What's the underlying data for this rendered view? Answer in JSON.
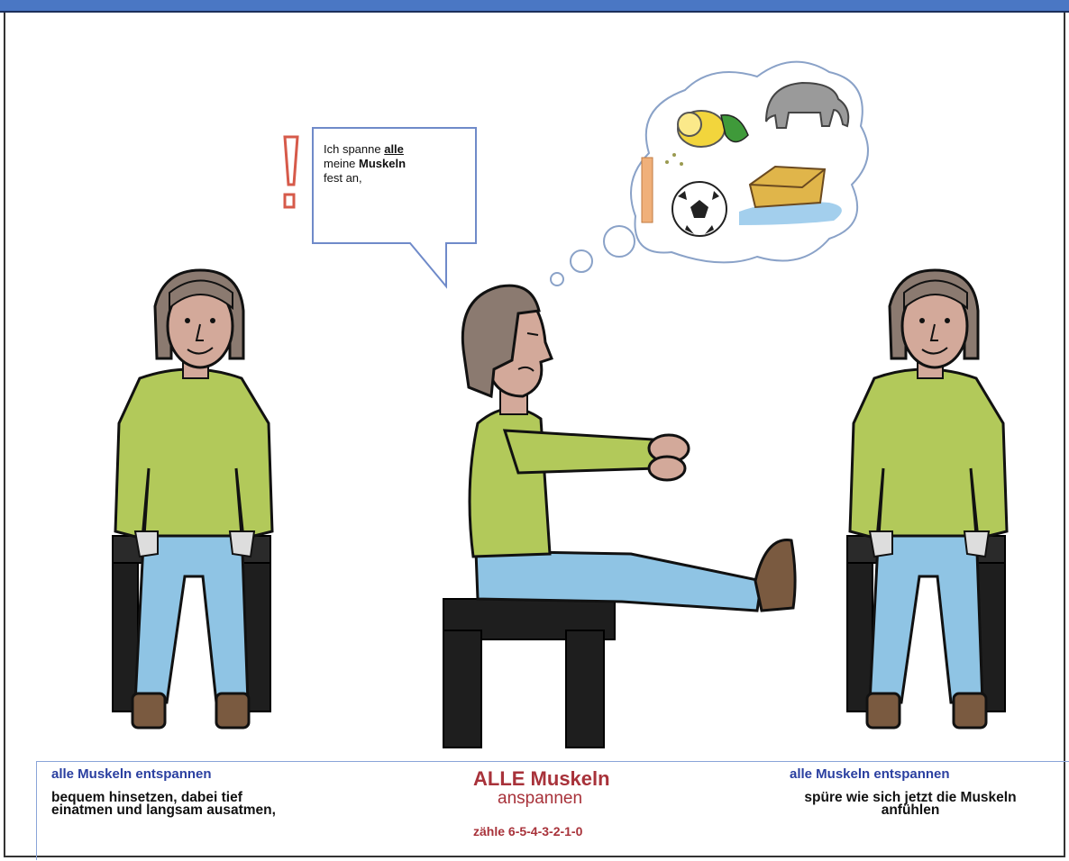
{
  "speech": {
    "line1_prefix": "Ich spanne ",
    "line1_bold": "alle",
    "line2_prefix": "meine ",
    "line2_bold": "Muskeln",
    "line3": "fest an,"
  },
  "left_panel": {
    "title": "alle Muskeln entspannen",
    "text_line1": "bequem hinsetzen, dabei  tief",
    "text_line2": "einatmen und langsam ausatmen,"
  },
  "center_panel": {
    "title": "ALLE Muskeln",
    "subtitle": "anspannen",
    "count": "zähle 6-5-4-3-2-1-0"
  },
  "right_panel": {
    "title": "alle Muskeln entspannen",
    "text_line1": "spüre wie sich jetzt die Muskeln",
    "text_line2": "anfühlen"
  },
  "thought_items": [
    "lemon-icon",
    "elephant-icon",
    "soccer-ball-icon",
    "sponge-icon",
    "ruler-icon"
  ],
  "colors": {
    "top_bar": "#4a77c4",
    "sweater": "#b2c95a",
    "jeans": "#8fc4e4",
    "hair": "#8b7a70",
    "skin": "#d3a99a",
    "chair": "#1e1e1e",
    "exclamation": "#d65a4a",
    "blue_title": "#2a3fa0",
    "red_title": "#a8323a"
  }
}
